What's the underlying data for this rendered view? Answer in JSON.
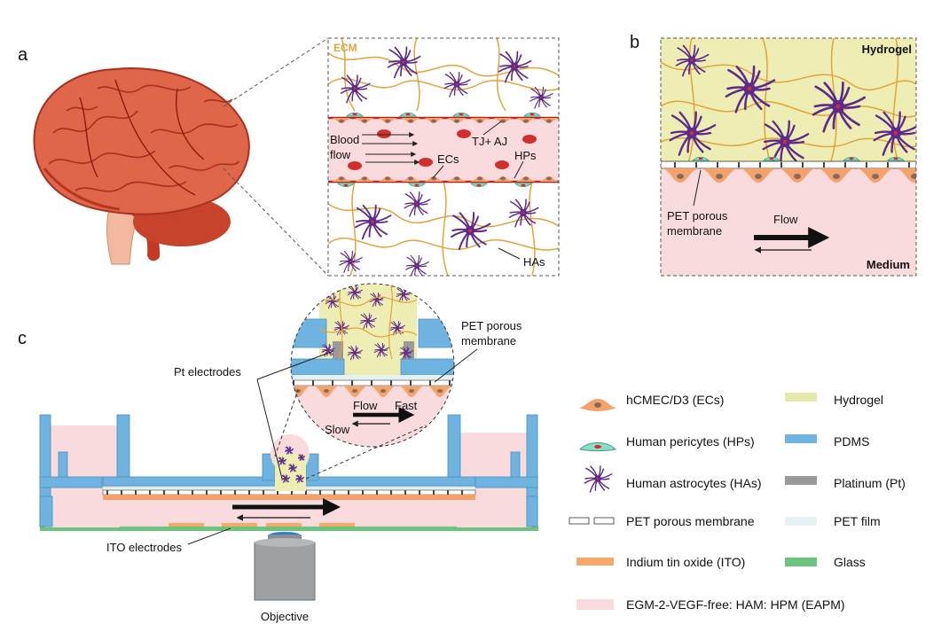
{
  "panels": {
    "a": "a",
    "b": "b",
    "c": "c"
  },
  "panel_a": {
    "ecm": "ECM",
    "blood_flow": [
      "Blood",
      "flow"
    ],
    "tj_aj": "TJ+ AJ",
    "ecs": "ECs",
    "hps": "HPs",
    "has": "HAs"
  },
  "panel_b": {
    "hydrogel": "Hydrogel",
    "medium": "Medium",
    "membrane": [
      "PET porous",
      "membrane"
    ],
    "flow": "Flow"
  },
  "panel_c": {
    "pet_membrane": [
      "PET porous",
      "membrane"
    ],
    "pt_electrodes": "Pt electrodes",
    "ito_electrodes": "ITO electrodes",
    "objective": "Objective",
    "flow": "Flow",
    "fast": "Fast",
    "slow": "Slow"
  },
  "legend": {
    "left": [
      {
        "icon": "endothelial-cell-icon",
        "label": "hCMEC/D3 (ECs)"
      },
      {
        "icon": "pericyte-icon",
        "label": "Human pericytes (HPs)"
      },
      {
        "icon": "astrocyte-icon",
        "label": "Human astrocytes (HAs)"
      },
      {
        "icon": "membrane-icon",
        "label": "PET porous membrane"
      },
      {
        "icon": "ito-swatch",
        "label": "Indium tin oxide (ITO)",
        "color": "#f7a86a"
      },
      {
        "icon": "eapm-swatch",
        "label": "EGM-2-VEGF-free: HAM: HPM (EAPM)",
        "color": "#f9dadd"
      }
    ],
    "right": [
      {
        "label": "Hydrogel",
        "color": "#e8e9a8"
      },
      {
        "label": "PDMS",
        "color": "#6fb4e0"
      },
      {
        "label": "Platinum (Pt)",
        "color": "#9a9a9a"
      },
      {
        "label": "PET film",
        "color": "#e6f1f2"
      },
      {
        "label": "Glass",
        "color": "#6cc47c"
      }
    ]
  },
  "colors": {
    "pink": "#f9dadd",
    "hydrogel": "#eeeeb4",
    "pdms": "#6fb4e0",
    "ecm_fiber": "#e0a43a",
    "astro": "#5b2a8c",
    "rbc": "#d22e2e",
    "ec": "#f5a26a",
    "pericyte": "#5fc7b0",
    "glass": "#6cc47c",
    "pt": "#555555",
    "vessel": "#b3221a"
  }
}
